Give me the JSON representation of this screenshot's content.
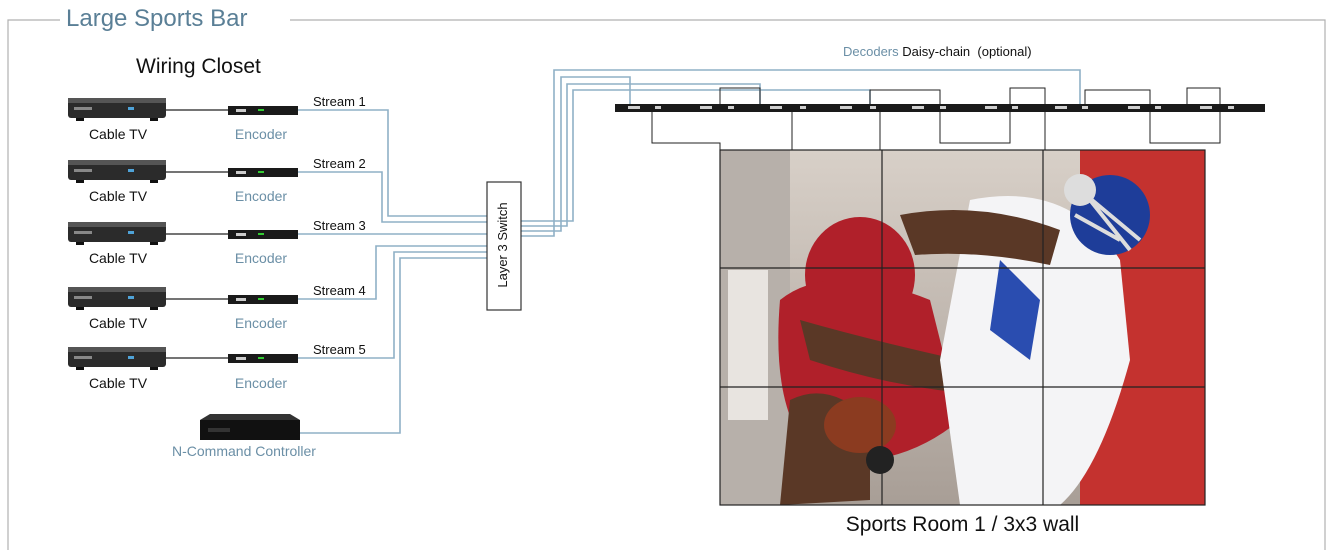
{
  "title": "Large Sports Bar",
  "wiring_closet": "Wiring Closet",
  "sources": [
    {
      "source": "Cable TV",
      "encoder": "Encoder",
      "stream": "Stream 1"
    },
    {
      "source": "Cable TV",
      "encoder": "Encoder",
      "stream": "Stream 2"
    },
    {
      "source": "Cable TV",
      "encoder": "Encoder",
      "stream": "Stream 3"
    },
    {
      "source": "Cable TV",
      "encoder": "Encoder",
      "stream": "Stream 4"
    },
    {
      "source": "Cable TV",
      "encoder": "Encoder",
      "stream": "Stream 5"
    }
  ],
  "controller": "N-Command Controller",
  "switch": "Layer 3 Switch",
  "decoders_label": {
    "word": "Decoders",
    "rest": " Daisy-chain  (optional)"
  },
  "video_wall": {
    "caption": "Sports Room 1 / 3x3 wall",
    "grid": "3x3"
  },
  "colors": {
    "accent": "#6b8fa6",
    "line": "#8fb0c6",
    "device": "#1a1a1a",
    "frame": "#b0b0b0"
  }
}
